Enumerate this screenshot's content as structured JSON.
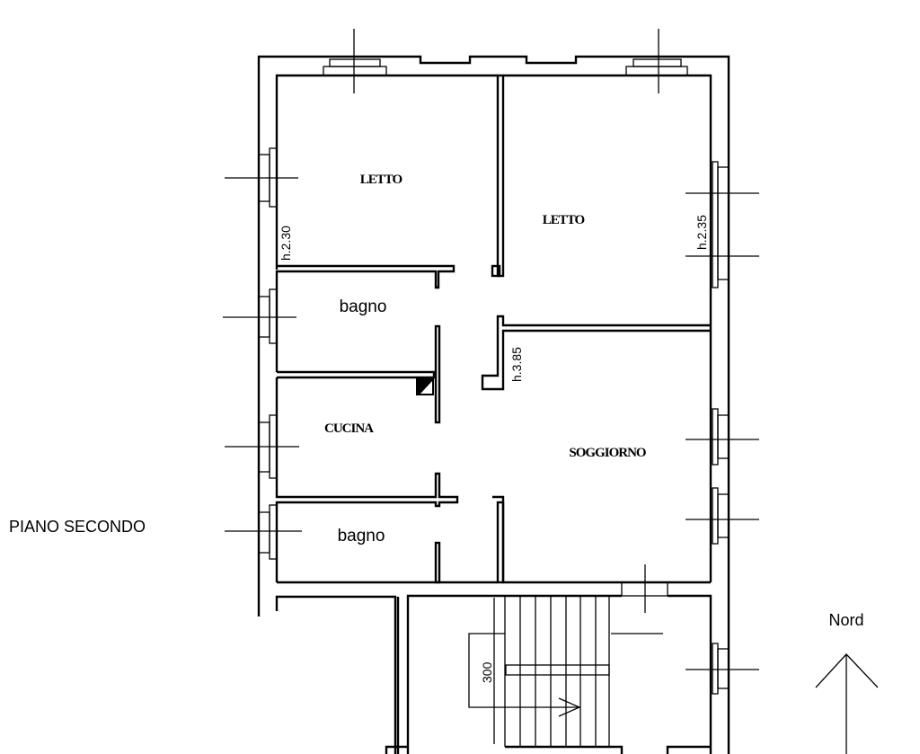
{
  "floor_label": "PIANO SECONDO",
  "north_label": "Nord",
  "rooms": [
    {
      "name": "LETTO"
    },
    {
      "name": "LETTO"
    },
    {
      "name": "bagno"
    },
    {
      "name": "CUCINA"
    },
    {
      "name": "SOGGIORNO"
    },
    {
      "name": "bagno"
    }
  ],
  "heights": [
    "h.2.30",
    "h.2.35",
    "h.3.85"
  ],
  "stair_dimension": "300",
  "colors": {
    "ink": "#000000",
    "paper": "#ffffff"
  }
}
